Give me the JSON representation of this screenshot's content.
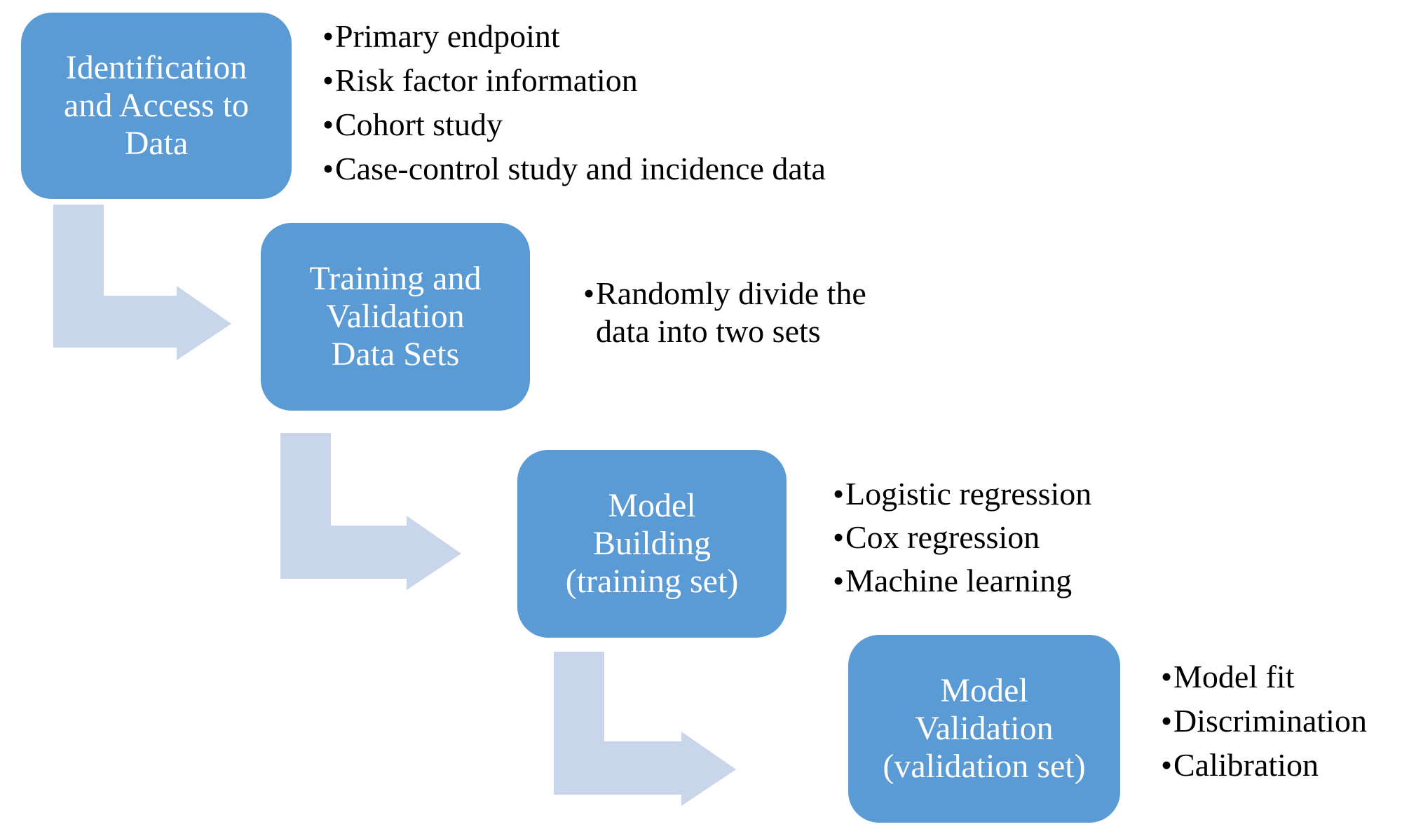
{
  "steps": [
    {
      "title_lines": [
        "Identification",
        "and Access to",
        "Data"
      ],
      "bullets": [
        "Primary endpoint",
        "Risk factor information",
        "Cohort study",
        "Case-control study and incidence data"
      ]
    },
    {
      "title_lines": [
        "Training and",
        "Validation",
        "Data Sets"
      ],
      "bullets": [
        "Randomly divide the",
        "data into two sets"
      ]
    },
    {
      "title_lines": [
        "Model",
        "Building",
        "(training set)"
      ],
      "bullets": [
        "Logistic regression",
        "Cox regression",
        "Machine learning"
      ]
    },
    {
      "title_lines": [
        "Model",
        "Validation",
        "(validation set)"
      ],
      "bullets": [
        "Model fit",
        "Discrimination",
        "Calibration"
      ]
    }
  ],
  "colors": {
    "box_fill": "#5b9bd5",
    "box_text": "#ffffff",
    "arrow_fill": "#c8d5ea",
    "bullet_text": "#000000"
  }
}
